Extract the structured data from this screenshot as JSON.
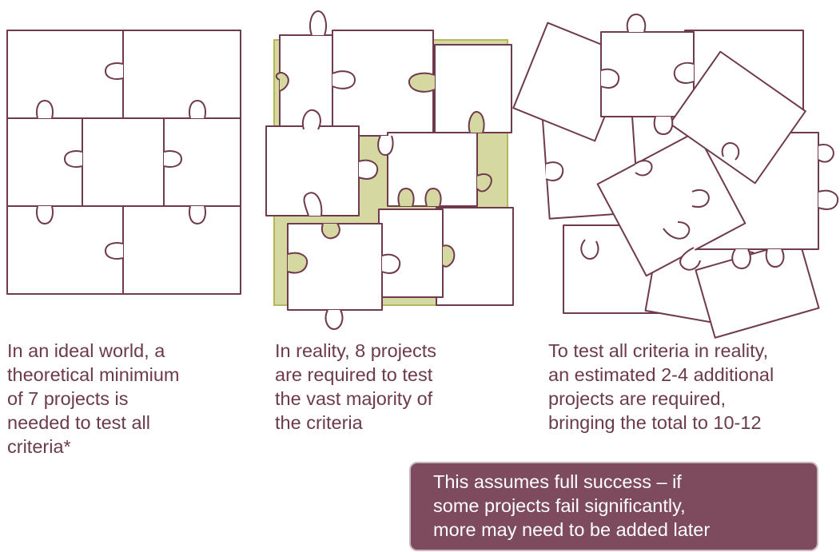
{
  "captions": {
    "ideal": "In an ideal world, a\ntheoretical minimium\nof 7 projects is\nneeded to test all\ncriteria*",
    "reality": "In reality, 8 projects\nare required to test\nthe vast majority of\nthe criteria",
    "all": "To test all criteria in reality,\nan estimated 2-4 additional\nprojects are required,\nbringing the total to 10-12"
  },
  "note": "This assumes full success – if\nsome projects fail significantly,\nmore may need to be added later",
  "colors": {
    "outline": "#6e3a4c",
    "green_fill": "#d6d8a2",
    "green_border": "#b3b95a",
    "note_bg": "#7d4a5e",
    "text": "#6b3a4b"
  }
}
